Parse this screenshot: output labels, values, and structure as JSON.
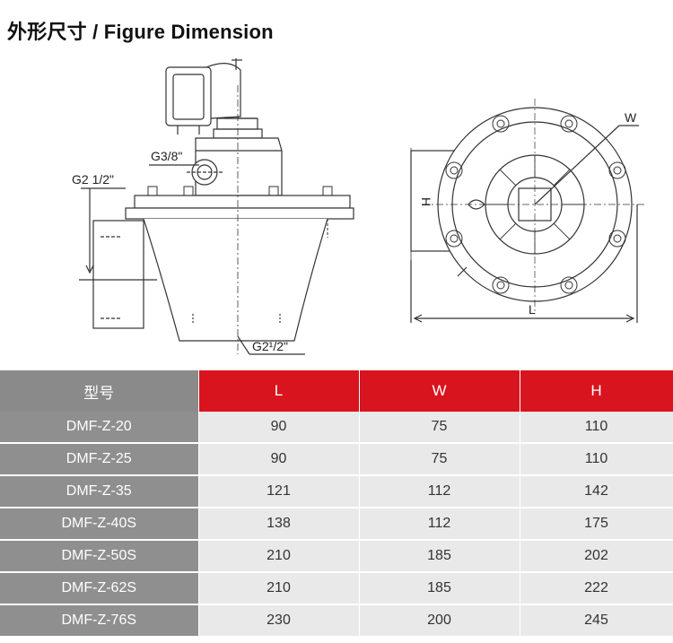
{
  "title": "外形尺寸 / Figure Dimension",
  "labels": {
    "g3_8": "G3/8\"",
    "g2_half": "G2 1/2\"",
    "g2_half_bottom": "G2¹/2\"",
    "w": "W",
    "l": "L",
    "h": "H"
  },
  "table": {
    "headers": [
      "型号",
      "L",
      "W",
      "H"
    ],
    "rows": [
      {
        "model": "DMF-Z-20",
        "L": "90",
        "W": "75",
        "H": "110"
      },
      {
        "model": "DMF-Z-25",
        "L": "90",
        "W": "75",
        "H": "110"
      },
      {
        "model": "DMF-Z-35",
        "L": "121",
        "W": "112",
        "H": "142"
      },
      {
        "model": "DMF-Z-40S",
        "L": "138",
        "W": "112",
        "H": "175"
      },
      {
        "model": "DMF-Z-50S",
        "L": "210",
        "W": "185",
        "H": "202"
      },
      {
        "model": "DMF-Z-62S",
        "L": "210",
        "W": "185",
        "H": "222"
      },
      {
        "model": "DMF-Z-76S",
        "L": "230",
        "W": "200",
        "H": "245"
      }
    ]
  },
  "colors": {
    "header_red": "#d8141e",
    "header_gray": "#8a8a8a",
    "model_gray": "#8f8f8f",
    "cell_bg": "#e9e9e9"
  }
}
